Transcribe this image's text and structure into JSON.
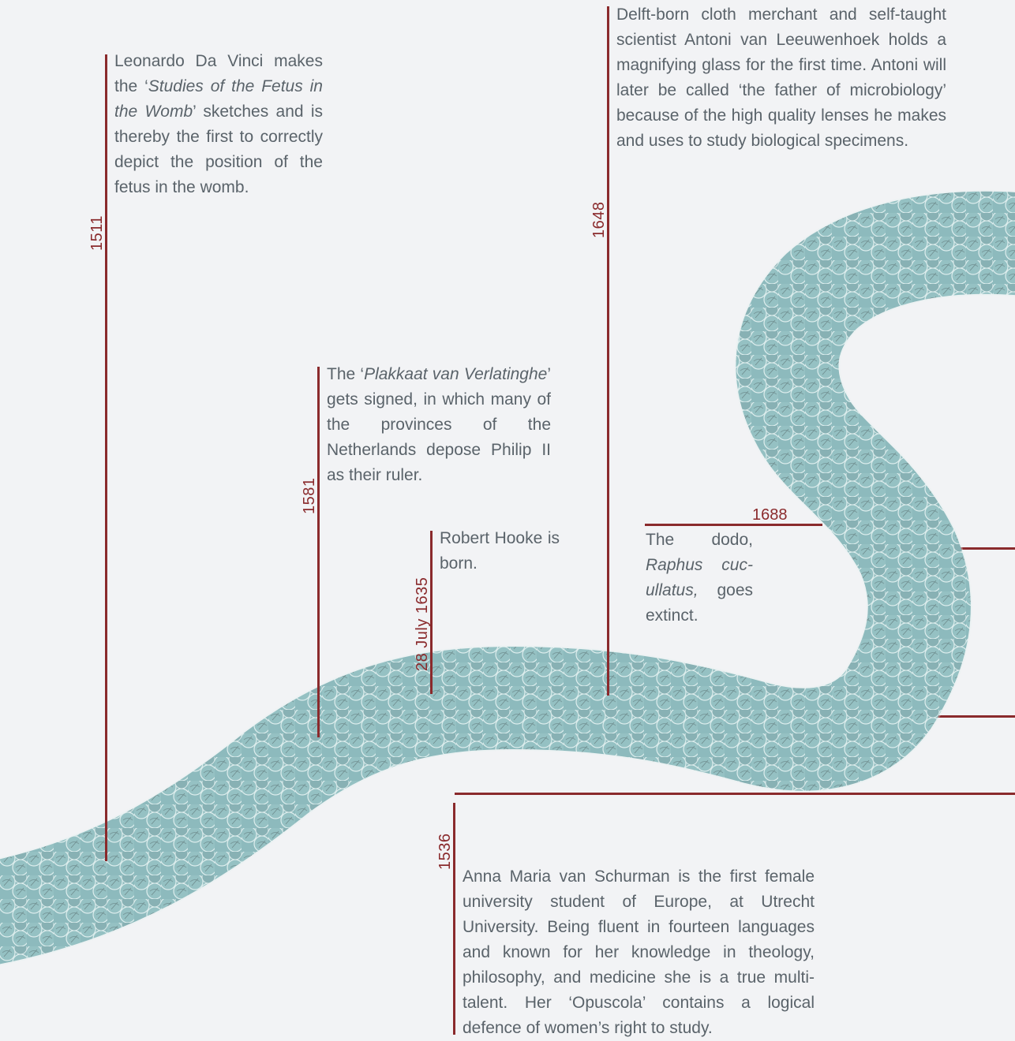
{
  "events": {
    "e1511": {
      "year": "1511",
      "text_before": "Leonardo Da Vinci makes the ‘",
      "text_em": "Studies of the Fetus in the Womb",
      "text_after": "’ sketches and is thereby the first to correctly depict the posi­tion of the fetus in the womb."
    },
    "e1648": {
      "year": "1648",
      "text": "Delft-born cloth merchant and self-taught scientist Antoni van Leeuwen­hoek holds a magnifying glass for the first time. Antoni will later be called ‘the father of microbiology’ because of the high quality lenses he makes and uses to study biological specimens."
    },
    "e1581": {
      "year": "1581",
      "text_before": "The ‘",
      "text_em": "Plakkaat van Verlat­inghe",
      "text_after": "’ gets signed, in which many of the provinces of the Netherlands depose Philip II as their ruler."
    },
    "e1635": {
      "year": "28 July 1635",
      "text": "Robert Hooke is born."
    },
    "e1688": {
      "year": "1688",
      "text_before": "The dodo, ",
      "text_em": "Raphus cuc­ullatus,",
      "text_after": " goes extinct."
    },
    "e1536": {
      "year": "1536",
      "text": "Anna Maria van Schurman is the first female university student of Europe, at Utrecht University. Being fluent in fourteen languages and known for her knowledge in theology, philosophy, and medicine she is a true multi-talent. Her ‘Opuscola’ contains a logical defence of women’s right to study."
    }
  },
  "colors": {
    "accent": "#8a2a2c",
    "ribbon_fill": "#5f9ea3",
    "background": "#f2f3f5"
  }
}
